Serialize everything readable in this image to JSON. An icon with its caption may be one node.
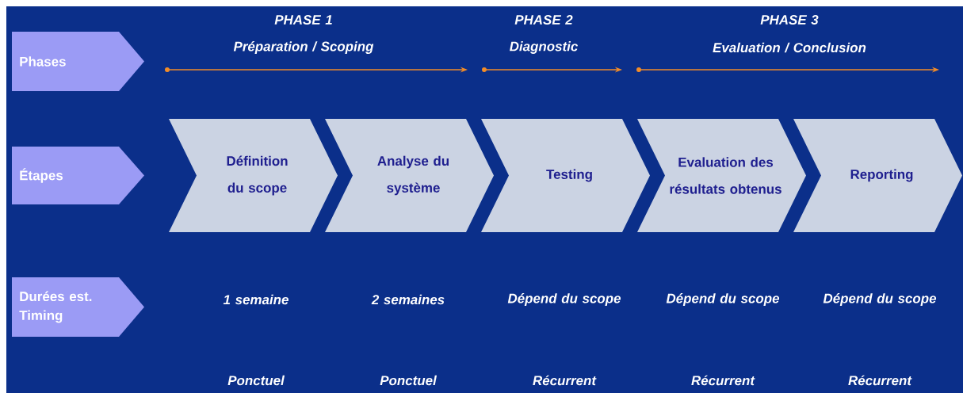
{
  "diagram": {
    "nodes": [
      {
        "text": [
          "Phases"
        ]
      },
      {
        "text": [
          "Étapes"
        ]
      },
      {
        "text": [
          "Durées est. Timing"
        ]
      },
      {
        "text": [
          "Définition du scope"
        ]
      },
      {
        "text": [
          "Analyse du système"
        ]
      },
      {
        "text": [
          "Testing"
        ]
      },
      {
        "text": [
          "Evaluation des résultats obtenus"
        ]
      },
      {
        "text": [
          "Reporting"
        ]
      }
    ],
    "labels": [
      "PHASE 1",
      "Préparation / Scoping",
      "PHASE 2",
      "Diagnostic",
      "PHASE 3",
      "Evaluation / Conclusion",
      "1 semaine",
      "2 semaines",
      "Dépend du scope",
      "Dépend du scope",
      "Dépend du scope",
      "Ponctuel",
      "Ponctuel",
      "Récurrent",
      "Récurrent",
      "Récurrent"
    ]
  }
}
